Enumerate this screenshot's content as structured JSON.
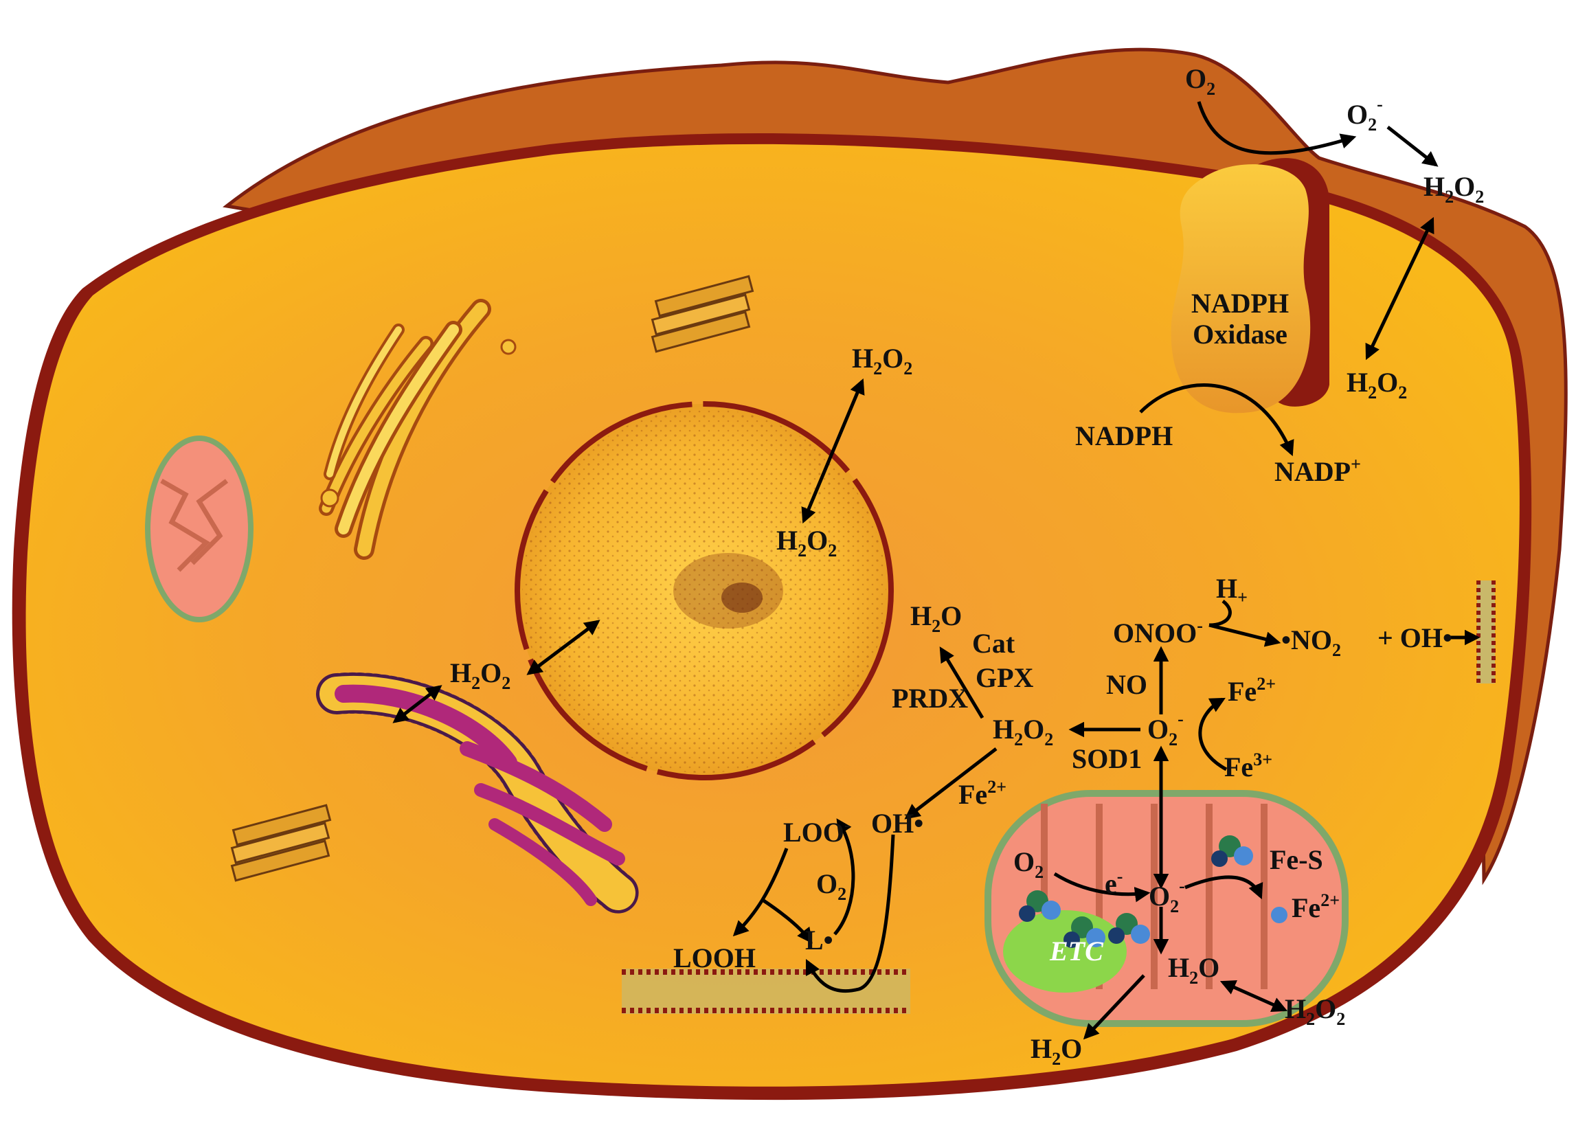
{
  "colors": {
    "cell_outer": "#C8641E",
    "cell_rim": "#8B1A10",
    "cytoplasm": "#F7AE1E",
    "cytoplasm_center": "#F29A36",
    "mito_fill": "#F4907A",
    "mito_rim": "#7FA86A",
    "etc_green": "#8CD64A",
    "er_purple": "#B0287A"
  },
  "labels": {
    "o2_top": {
      "main": "O",
      "sub": "2"
    },
    "o2_minus_top": {
      "main": "O",
      "sub": "2",
      "sup": "-"
    },
    "h2o2_top_right": {
      "main": "H",
      "sub1": "2",
      "mid": "O",
      "sub2": "2"
    },
    "h2o2_membrane": {
      "main": "H",
      "sub1": "2",
      "mid": "O",
      "sub2": "2"
    },
    "nadph_oxidase": {
      "line1": "NADPH",
      "line2": "Oxidase"
    },
    "nadph": "NADPH",
    "nadp_plus": {
      "main": "NADP",
      "sup": "+"
    },
    "h2o2_nucleus_out": {
      "main": "H",
      "sub1": "2",
      "mid": "O",
      "sub2": "2"
    },
    "h2o2_nucleus_in": {
      "main": "H",
      "sub1": "2",
      "mid": "O",
      "sub2": "2"
    },
    "h2o2_er": {
      "main": "H",
      "sub1": "2",
      "mid": "O",
      "sub2": "2"
    },
    "h2o_top": {
      "main": "H",
      "sub": "2",
      "tail": "O"
    },
    "cat": "Cat",
    "gpx": "GPX",
    "prdx": "PRDX",
    "h2o2_center": {
      "main": "H",
      "sub1": "2",
      "mid": "O",
      "sub2": "2"
    },
    "fe2_center": {
      "main": "Fe",
      "sup": "2+"
    },
    "oh_radical": "OH•",
    "loo": {
      "main": "LOO",
      "sup": "-"
    },
    "o2_lipid": {
      "main": "O",
      "sub": "2"
    },
    "l_radical": "L•",
    "looh": "LOOH",
    "onoo": {
      "main": "ONOO",
      "sup": "-"
    },
    "h_plus": {
      "main": "H",
      "sub": "+"
    },
    "no2": {
      "main": "•NO",
      "sub": "2"
    },
    "plus_oh": "+ OH•",
    "no": "NO",
    "sod1": "SOD1",
    "o2_minus_center": {
      "main": "O",
      "sub": "2",
      "sup": "-"
    },
    "fe2_right": {
      "main": "Fe",
      "sup": "2+"
    },
    "fe3_right": {
      "main": "Fe",
      "sup": "3+"
    },
    "o2_mito": {
      "main": "O",
      "sub": "2"
    },
    "e_minus": {
      "main": "e",
      "sup": "-"
    },
    "o2_minus_mito": {
      "main": "O",
      "sub": "2",
      "sup": "-"
    },
    "fe_s": "Fe-S",
    "fe2_mito": {
      "main": "Fe",
      "sup": "2+"
    },
    "etc": "ETC",
    "h2o_mito": {
      "main": "H",
      "sub": "2",
      "tail": "O"
    },
    "h2o2_mito_out": {
      "main": "H",
      "sub1": "2",
      "mid": "O",
      "sub2": "2"
    },
    "h2o_bottom": {
      "main": "H",
      "sub": "2",
      "tail": "O"
    }
  }
}
